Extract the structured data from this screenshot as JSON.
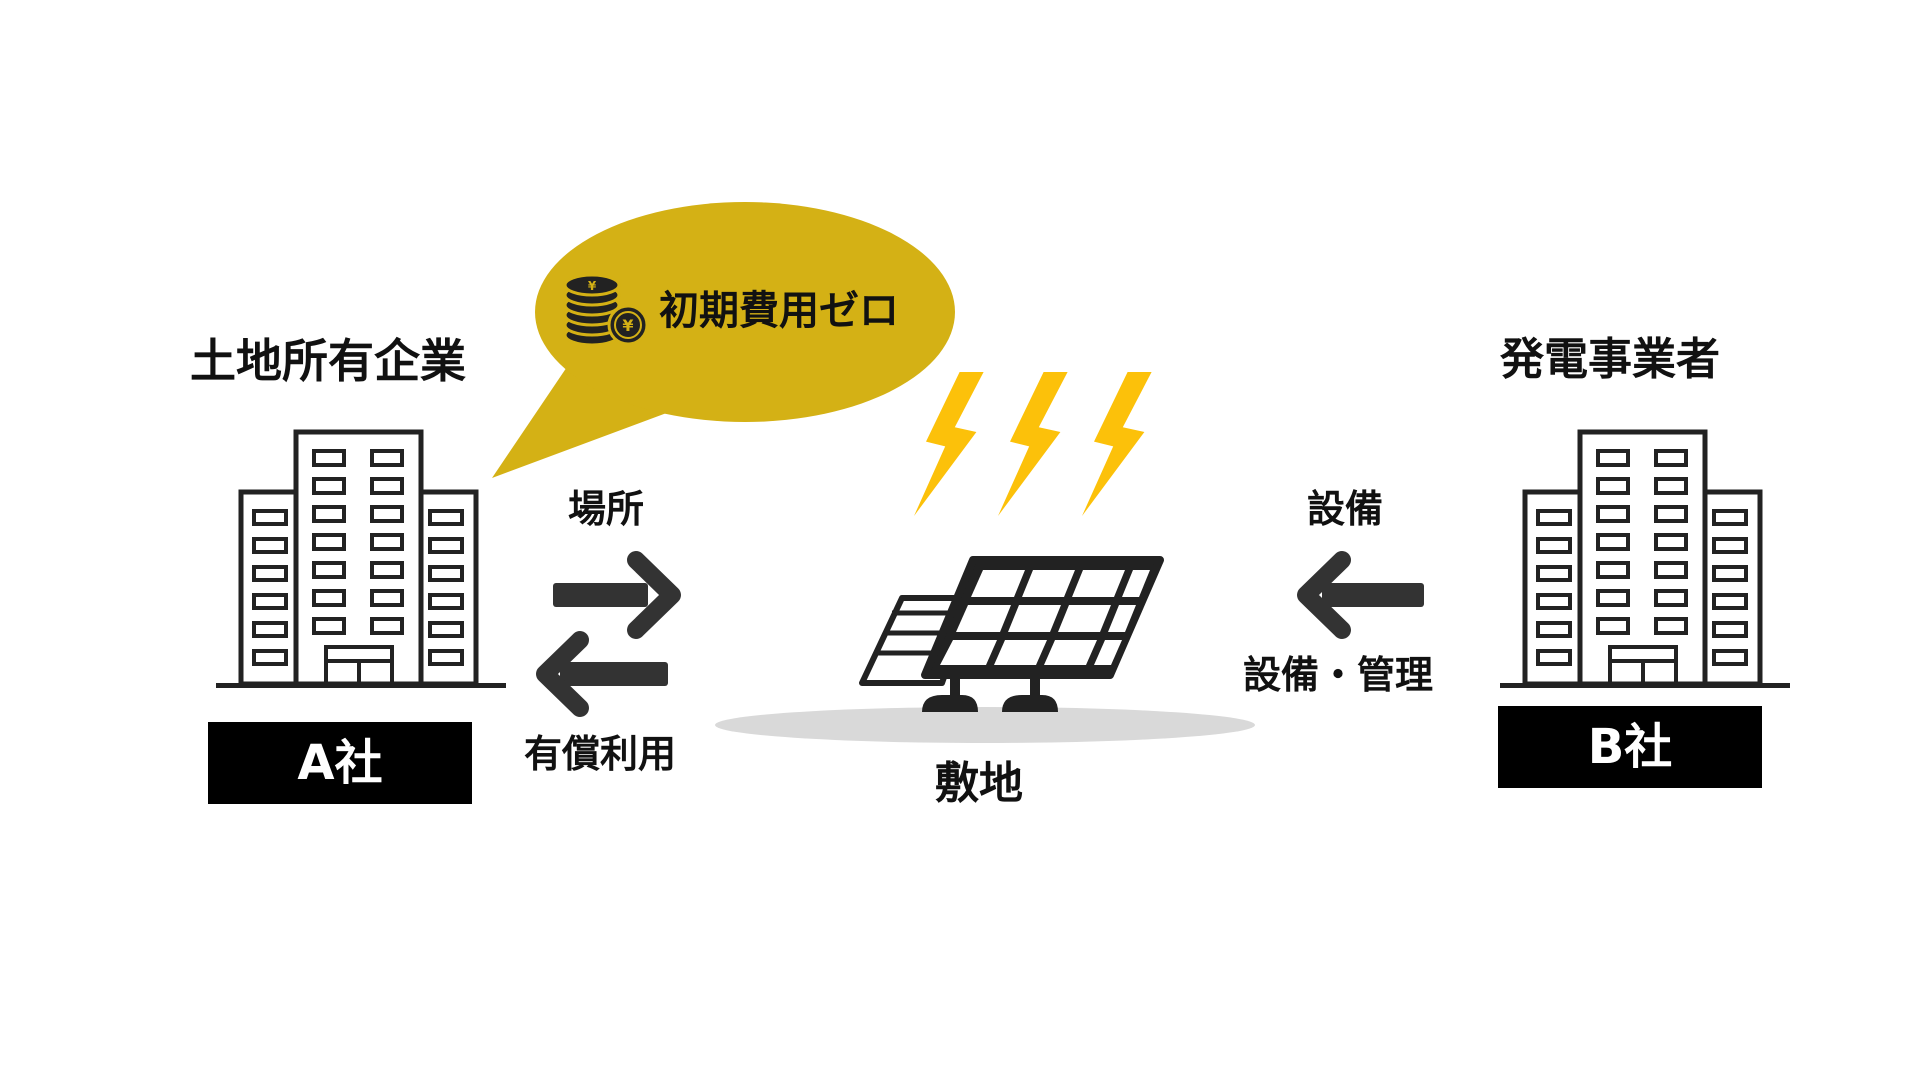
{
  "landowner": {
    "title": "土地所有企業",
    "company_tag": "A社"
  },
  "bubble": {
    "text": "初期費用ゼロ"
  },
  "center": {
    "site_label": "敷地"
  },
  "left_flow": {
    "top_label": "場所",
    "bottom_label": "有償利用"
  },
  "right_flow": {
    "top_label": "設備",
    "bottom_label": "設備・管理"
  },
  "operator": {
    "title": "発電事業者",
    "company_tag": "B社"
  },
  "icons": {
    "building_left": "office-building-icon",
    "building_right": "office-building-icon",
    "coins": "yen-coins-icon",
    "lightning": "lightning-bolt-icon",
    "solar_panel": "solar-panel-icon"
  },
  "colors": {
    "bubble": "#d4b115",
    "lightning": "#fcc10a",
    "ink": "#222222",
    "ground": "#d9d9d9",
    "tag_bg": "#000000",
    "tag_text": "#ffffff"
  }
}
